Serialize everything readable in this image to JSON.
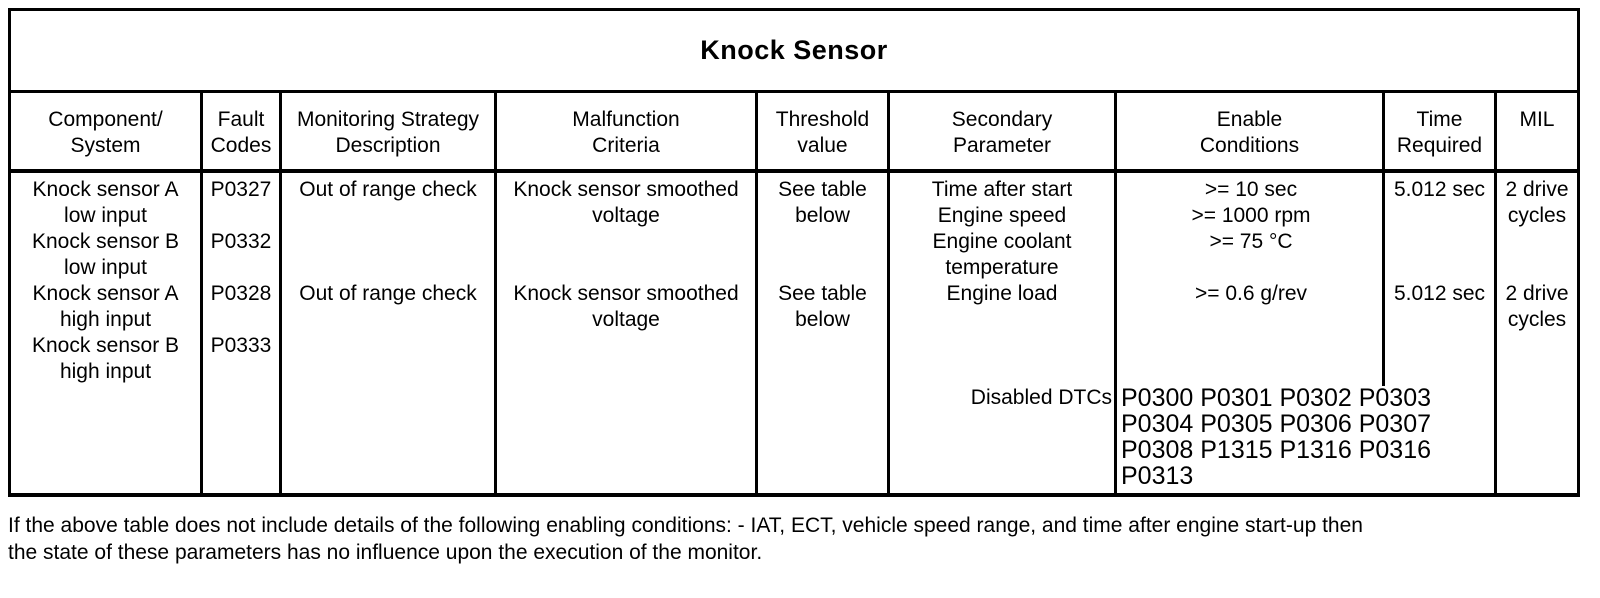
{
  "title": "Knock Sensor",
  "colors": {
    "background": "#ffffff",
    "text": "#000000",
    "border": "#000000"
  },
  "header": {
    "columns": [
      [
        "Component/",
        "System"
      ],
      [
        "Fault",
        "Codes"
      ],
      [
        "Monitoring Strategy",
        "Description"
      ],
      [
        "Malfunction",
        "Criteria"
      ],
      [
        "Threshold",
        "value"
      ],
      [
        "Secondary",
        "Parameter"
      ],
      [
        "Enable",
        "Conditions"
      ],
      [
        "Time",
        "Required"
      ],
      [
        "MIL"
      ]
    ]
  },
  "body": {
    "component_system": [
      "Knock sensor A",
      "low input",
      "Knock sensor B",
      "low input",
      "Knock sensor A",
      "high input",
      "Knock sensor B",
      "high input"
    ],
    "fault_codes": [
      "P0327",
      "",
      "P0332",
      "",
      "P0328",
      "",
      "P0333"
    ],
    "monitoring_strategy": [
      "Out of range check",
      "",
      "",
      "",
      "Out of range check"
    ],
    "malfunction_criteria": [
      "Knock sensor smoothed",
      "voltage",
      "",
      "",
      "Knock sensor smoothed",
      "voltage"
    ],
    "threshold_value": [
      "See table",
      "below",
      "",
      "",
      "See table",
      "below"
    ],
    "secondary_parameter": [
      "Time after start",
      "Engine speed",
      "Engine coolant",
      "temperature",
      "Engine load",
      "",
      "",
      ""
    ],
    "disabled_dtcs_label": "Disabled DTCs",
    "enable_conditions": [
      ">= 10 sec",
      ">= 1000 rpm",
      ">= 75 °C",
      "",
      ">= 0.6 g/rev",
      "",
      "",
      ""
    ],
    "disabled_dtcs_codes": [
      "P0300 P0301 P0302 P0303",
      "P0304 P0305 P0306 P0307",
      "P0308 P1315 P1316 P0316",
      "P0313"
    ],
    "time_required": [
      "5.012 sec",
      "",
      "",
      "",
      "5.012 sec"
    ],
    "mil": [
      "2 drive",
      "cycles",
      "",
      "",
      "2 drive",
      "cycles"
    ]
  },
  "footer": {
    "lines": [
      "If the above table does not include details of the following enabling conditions: - IAT, ECT, vehicle speed range, and time after engine start-up then",
      "the state of these parameters has no influence upon the execution of the monitor."
    ]
  }
}
